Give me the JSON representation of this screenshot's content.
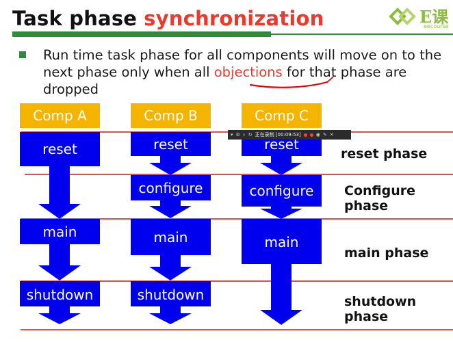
{
  "title": {
    "main": "Task phase",
    "accent": "synchronization"
  },
  "logo": {
    "text": "E课",
    "sub": "eecourse",
    "color": "#8bbd3b"
  },
  "bullet": {
    "before": "Run time task phase for all components will move on to the next phase only when all ",
    "highlight": "objections",
    "after": " for that phase are dropped"
  },
  "components": [
    {
      "name": "Comp A",
      "tasks": [
        "reset",
        "main",
        "shutdown"
      ]
    },
    {
      "name": "Comp B",
      "tasks": [
        "reset",
        "configure",
        "main",
        "shutdown"
      ]
    },
    {
      "name": "Comp C",
      "tasks": [
        "reset",
        "configure",
        "main"
      ]
    }
  ],
  "phases": {
    "reset": "reset phase",
    "configure_1": "Configure",
    "configure_2": "phase",
    "main": "main phase",
    "shutdown_1": "shutdown",
    "shutdown_2": "phase"
  },
  "recording_toolbar": {
    "status": "正在录制 [00:09:53]"
  },
  "colors": {
    "title_accent": "#e63b2e",
    "title_bar": "#2f8b3a",
    "comp_header": "#f5b400",
    "task_block": "#0000ee",
    "phase_line": "#d9534f"
  }
}
